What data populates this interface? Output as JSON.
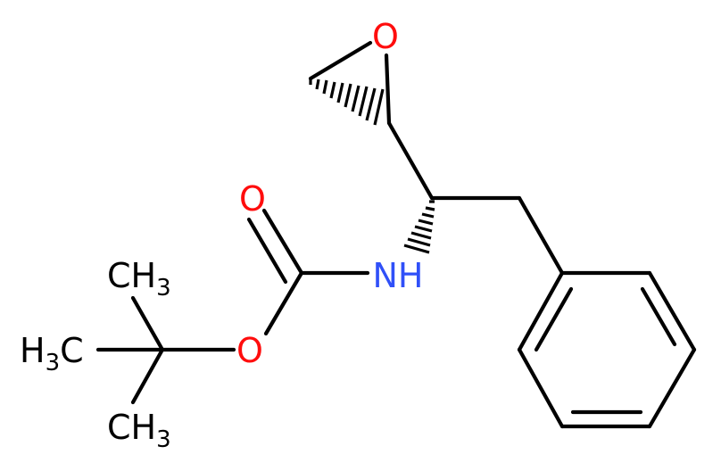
{
  "molecule": {
    "atom_labels": {
      "epoxide_oxygen": "O",
      "carbonyl_oxygen": "O",
      "ester_oxygen": "O",
      "amine": "NH",
      "methyl_top": "CH3",
      "methyl_left": "H3C",
      "methyl_bottom": "CH3"
    },
    "colors": {
      "oxygen": "#ff0d0d",
      "nitrogen": "#3050f8",
      "carbon": "#000000",
      "bond": "#000000"
    }
  }
}
